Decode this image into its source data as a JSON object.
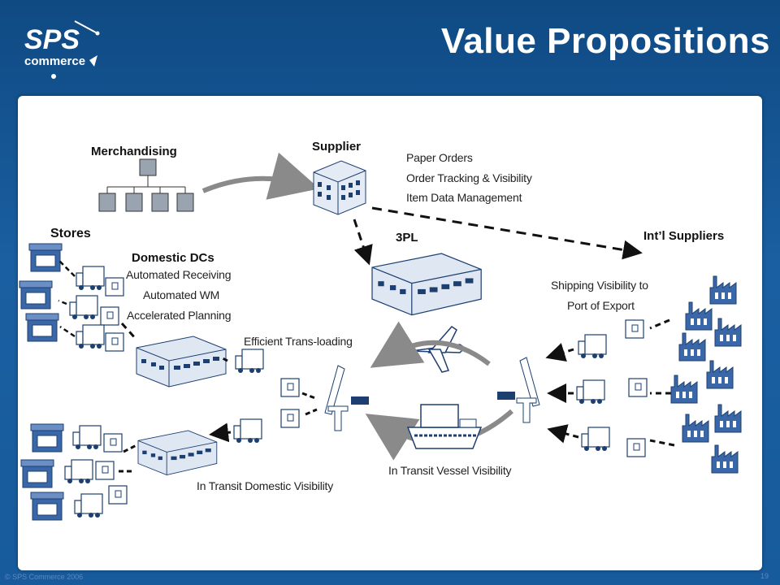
{
  "brand": {
    "line1": "SPS",
    "line2": "commerce"
  },
  "title": "Value Propositions",
  "nodes": {
    "merchandising": "Merchandising",
    "supplier": "Supplier",
    "stores": "Stores",
    "domestic_dcs": "Domestic DCs",
    "three_pl": "3PL",
    "intl_suppliers": "Int’l Suppliers"
  },
  "supplier_props": [
    "Paper Orders",
    "Order Tracking & Visibility",
    "Item Data Management"
  ],
  "dc_props": [
    "Automated Receiving",
    "Automated WM",
    "Accelerated Planning"
  ],
  "labels": {
    "shipping_visibility_1": "Shipping Visibility to",
    "shipping_visibility_2": "Port of Export",
    "trans_loading": "Efficient Trans-loading",
    "vessel_visibility": "In Transit Vessel Visibility",
    "domestic_visibility": "In Transit Domestic Visibility"
  },
  "footer": "© SPS Commerce 2006",
  "page_number": "19",
  "colors": {
    "background": "#175b9c",
    "panel": "#ffffff",
    "icon_blue": "#3a67a8",
    "arrow_gray": "#8a8a8a"
  }
}
